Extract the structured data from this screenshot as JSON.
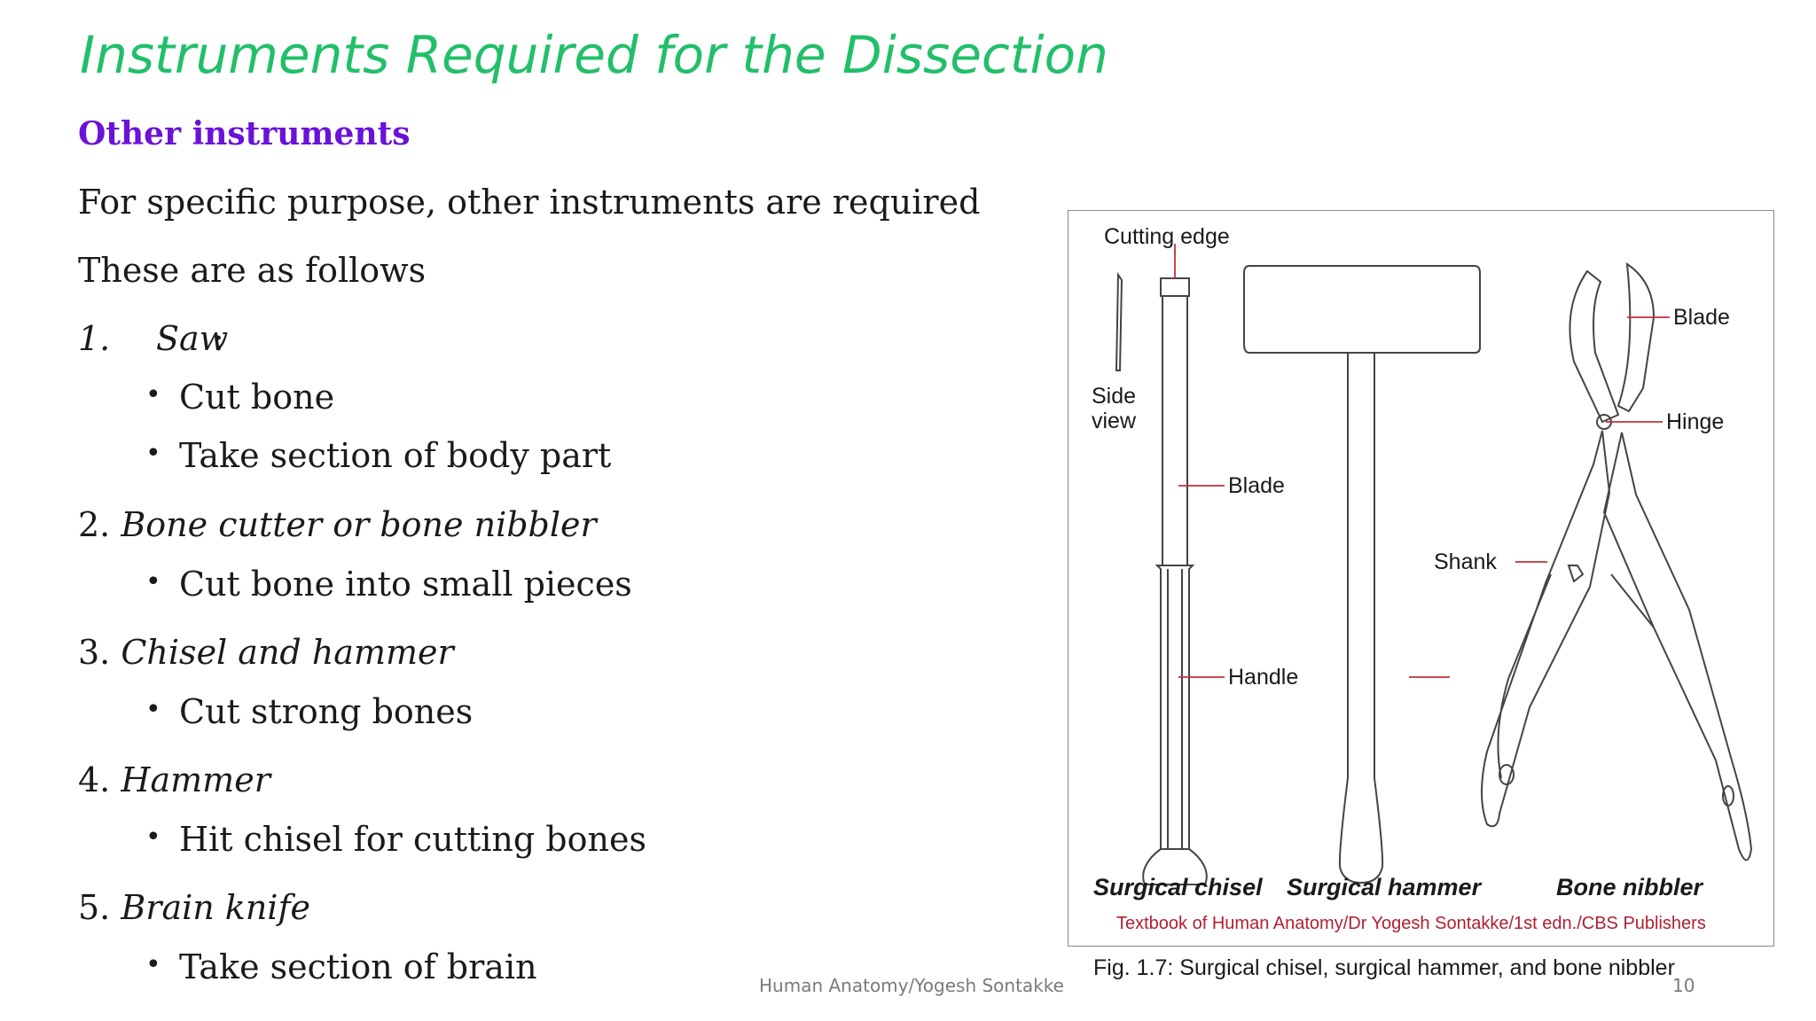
{
  "title": "Instruments Required for the Dissection",
  "subtitle": "Other instruments",
  "intro": [
    "For specific purpose, other instruments are required",
    "These are as follows"
  ],
  "items": [
    {
      "number": "1.",
      "name": "Saw",
      "suffix": ":",
      "points": [
        "Cut bone",
        "Take section of body part"
      ]
    },
    {
      "number": "2.",
      "name": "Bone cutter or bone nibbler",
      "suffix": "",
      "points": [
        "Cut bone into small pieces"
      ]
    },
    {
      "number": "3.",
      "name": "Chisel and hammer",
      "suffix": "",
      "points": [
        "Cut strong bones"
      ]
    },
    {
      "number": "4.",
      "name": "Hammer",
      "suffix": "",
      "points": [
        "Hit chisel for cutting bones"
      ]
    },
    {
      "number": "5.",
      "name": "Brain knife",
      "suffix": "",
      "points": [
        "Take section of brain"
      ]
    }
  ],
  "footer": {
    "center": "Human Anatomy/Yogesh Sontakke",
    "page": "10"
  },
  "figure": {
    "labels": {
      "cutting_edge": "Cutting edge",
      "side": "Side",
      "view": "view",
      "blade_chisel": "Blade",
      "handle": "Handle",
      "shank": "Shank",
      "blade_nibbler": "Blade",
      "hinge": "Hinge"
    },
    "names": {
      "chisel": "Surgical chisel",
      "hammer": "Surgical hammer",
      "nibbler": "Bone nibbler"
    },
    "credit": "Textbook of Human Anatomy/Dr Yogesh Sontakke/1st edn./CBS Publishers",
    "caption": "Fig. 1.7: Surgical chisel, surgical hammer, and bone nibbler",
    "leader_color": "#c0303a"
  },
  "colors": {
    "title": "#22bf6a",
    "subtitle": "#6a12d8",
    "text": "#1a1a1a",
    "footer": "#7a7a7a"
  }
}
